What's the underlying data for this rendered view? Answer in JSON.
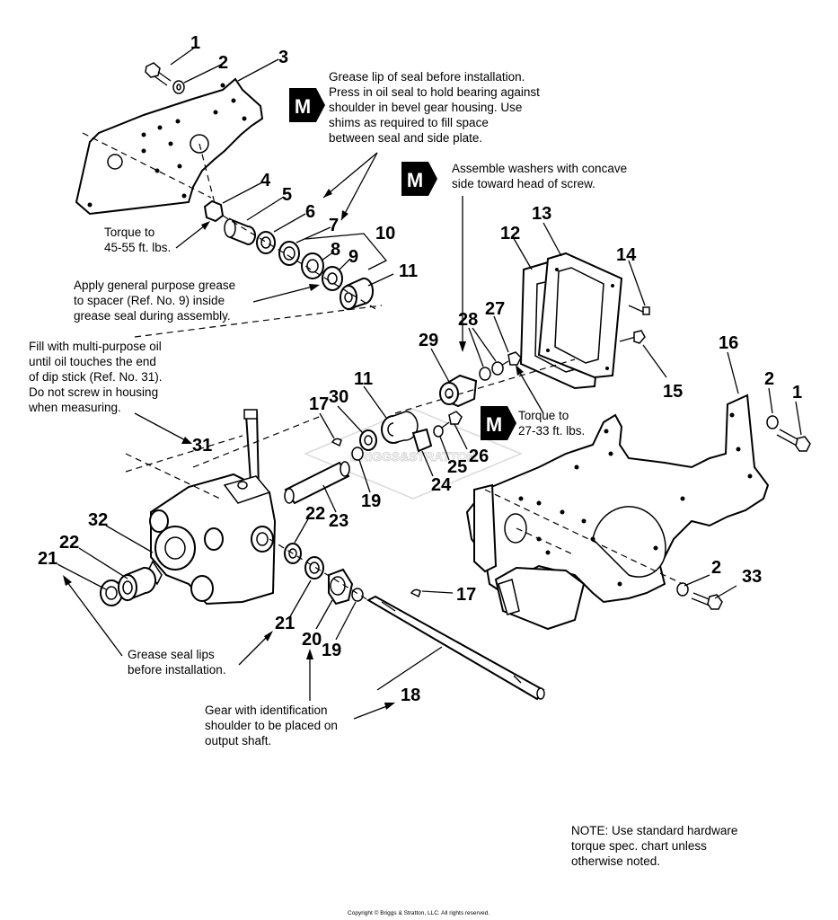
{
  "notes": {
    "grease_lip": [
      "Grease lip of seal before installation.",
      "Press in oil seal to hold bearing against",
      "shoulder in bevel gear housing. Use",
      "shims as required to fill space",
      "between seal and side plate."
    ],
    "assemble_washers": [
      "Assemble washers with concave",
      "side toward head of screw."
    ],
    "torque_45": [
      "Torque to",
      "45-55 ft. lbs."
    ],
    "apply_grease": [
      "Apply general purpose grease",
      "to spacer (Ref. No. 9) inside",
      "grease seal during assembly."
    ],
    "fill_oil": [
      "Fill with multi-purpose oil",
      "until oil touches the end",
      "of dip stick (Ref. No. 31).",
      "Do not screw in housing",
      "when measuring."
    ],
    "torque_27": [
      "Torque to",
      "27-33 ft. lbs."
    ],
    "grease_seal_lips": [
      "Grease seal lips",
      "before installation."
    ],
    "gear_ident": [
      "Gear with identification",
      "shoulder to be placed on",
      "output shaft."
    ],
    "standard_hw": [
      "NOTE: Use standard hardware",
      "torque spec. chart unless",
      "otherwise noted."
    ]
  },
  "m_badge_letter": "M",
  "watermark": "BRIGGS&STRATTON",
  "copyright": "Copyright © Briggs & Stratton, LLC. All rights reserved.",
  "callouts": [
    {
      "id": "c1a",
      "text": "1"
    },
    {
      "id": "c2a",
      "text": "2"
    },
    {
      "id": "c3",
      "text": "3"
    },
    {
      "id": "c4",
      "text": "4"
    },
    {
      "id": "c5",
      "text": "5"
    },
    {
      "id": "c6",
      "text": "6"
    },
    {
      "id": "c7",
      "text": "7"
    },
    {
      "id": "c8",
      "text": "8"
    },
    {
      "id": "c9",
      "text": "9"
    },
    {
      "id": "c10",
      "text": "10"
    },
    {
      "id": "c11a",
      "text": "11"
    },
    {
      "id": "c12",
      "text": "12"
    },
    {
      "id": "c13",
      "text": "13"
    },
    {
      "id": "c14",
      "text": "14"
    },
    {
      "id": "c15",
      "text": "15"
    },
    {
      "id": "c16",
      "text": "16"
    },
    {
      "id": "c2b",
      "text": "2"
    },
    {
      "id": "c1b",
      "text": "1"
    },
    {
      "id": "c28",
      "text": "28"
    },
    {
      "id": "c27",
      "text": "27"
    },
    {
      "id": "c29",
      "text": "29"
    },
    {
      "id": "c11b",
      "text": "11"
    },
    {
      "id": "c30",
      "text": "30"
    },
    {
      "id": "c17a",
      "text": "17"
    },
    {
      "id": "c26",
      "text": "26"
    },
    {
      "id": "c25",
      "text": "25"
    },
    {
      "id": "c24",
      "text": "24"
    },
    {
      "id": "c31",
      "text": "31"
    },
    {
      "id": "c19a",
      "text": "19"
    },
    {
      "id": "c23",
      "text": "23"
    },
    {
      "id": "c32",
      "text": "32"
    },
    {
      "id": "c22a",
      "text": "22"
    },
    {
      "id": "c22b",
      "text": "22"
    },
    {
      "id": "c21a",
      "text": "21"
    },
    {
      "id": "c21b",
      "text": "21"
    },
    {
      "id": "c20",
      "text": "20"
    },
    {
      "id": "c19b",
      "text": "19"
    },
    {
      "id": "c17b",
      "text": "17"
    },
    {
      "id": "c18",
      "text": "18"
    },
    {
      "id": "c2c",
      "text": "2"
    },
    {
      "id": "c33",
      "text": "33"
    }
  ]
}
